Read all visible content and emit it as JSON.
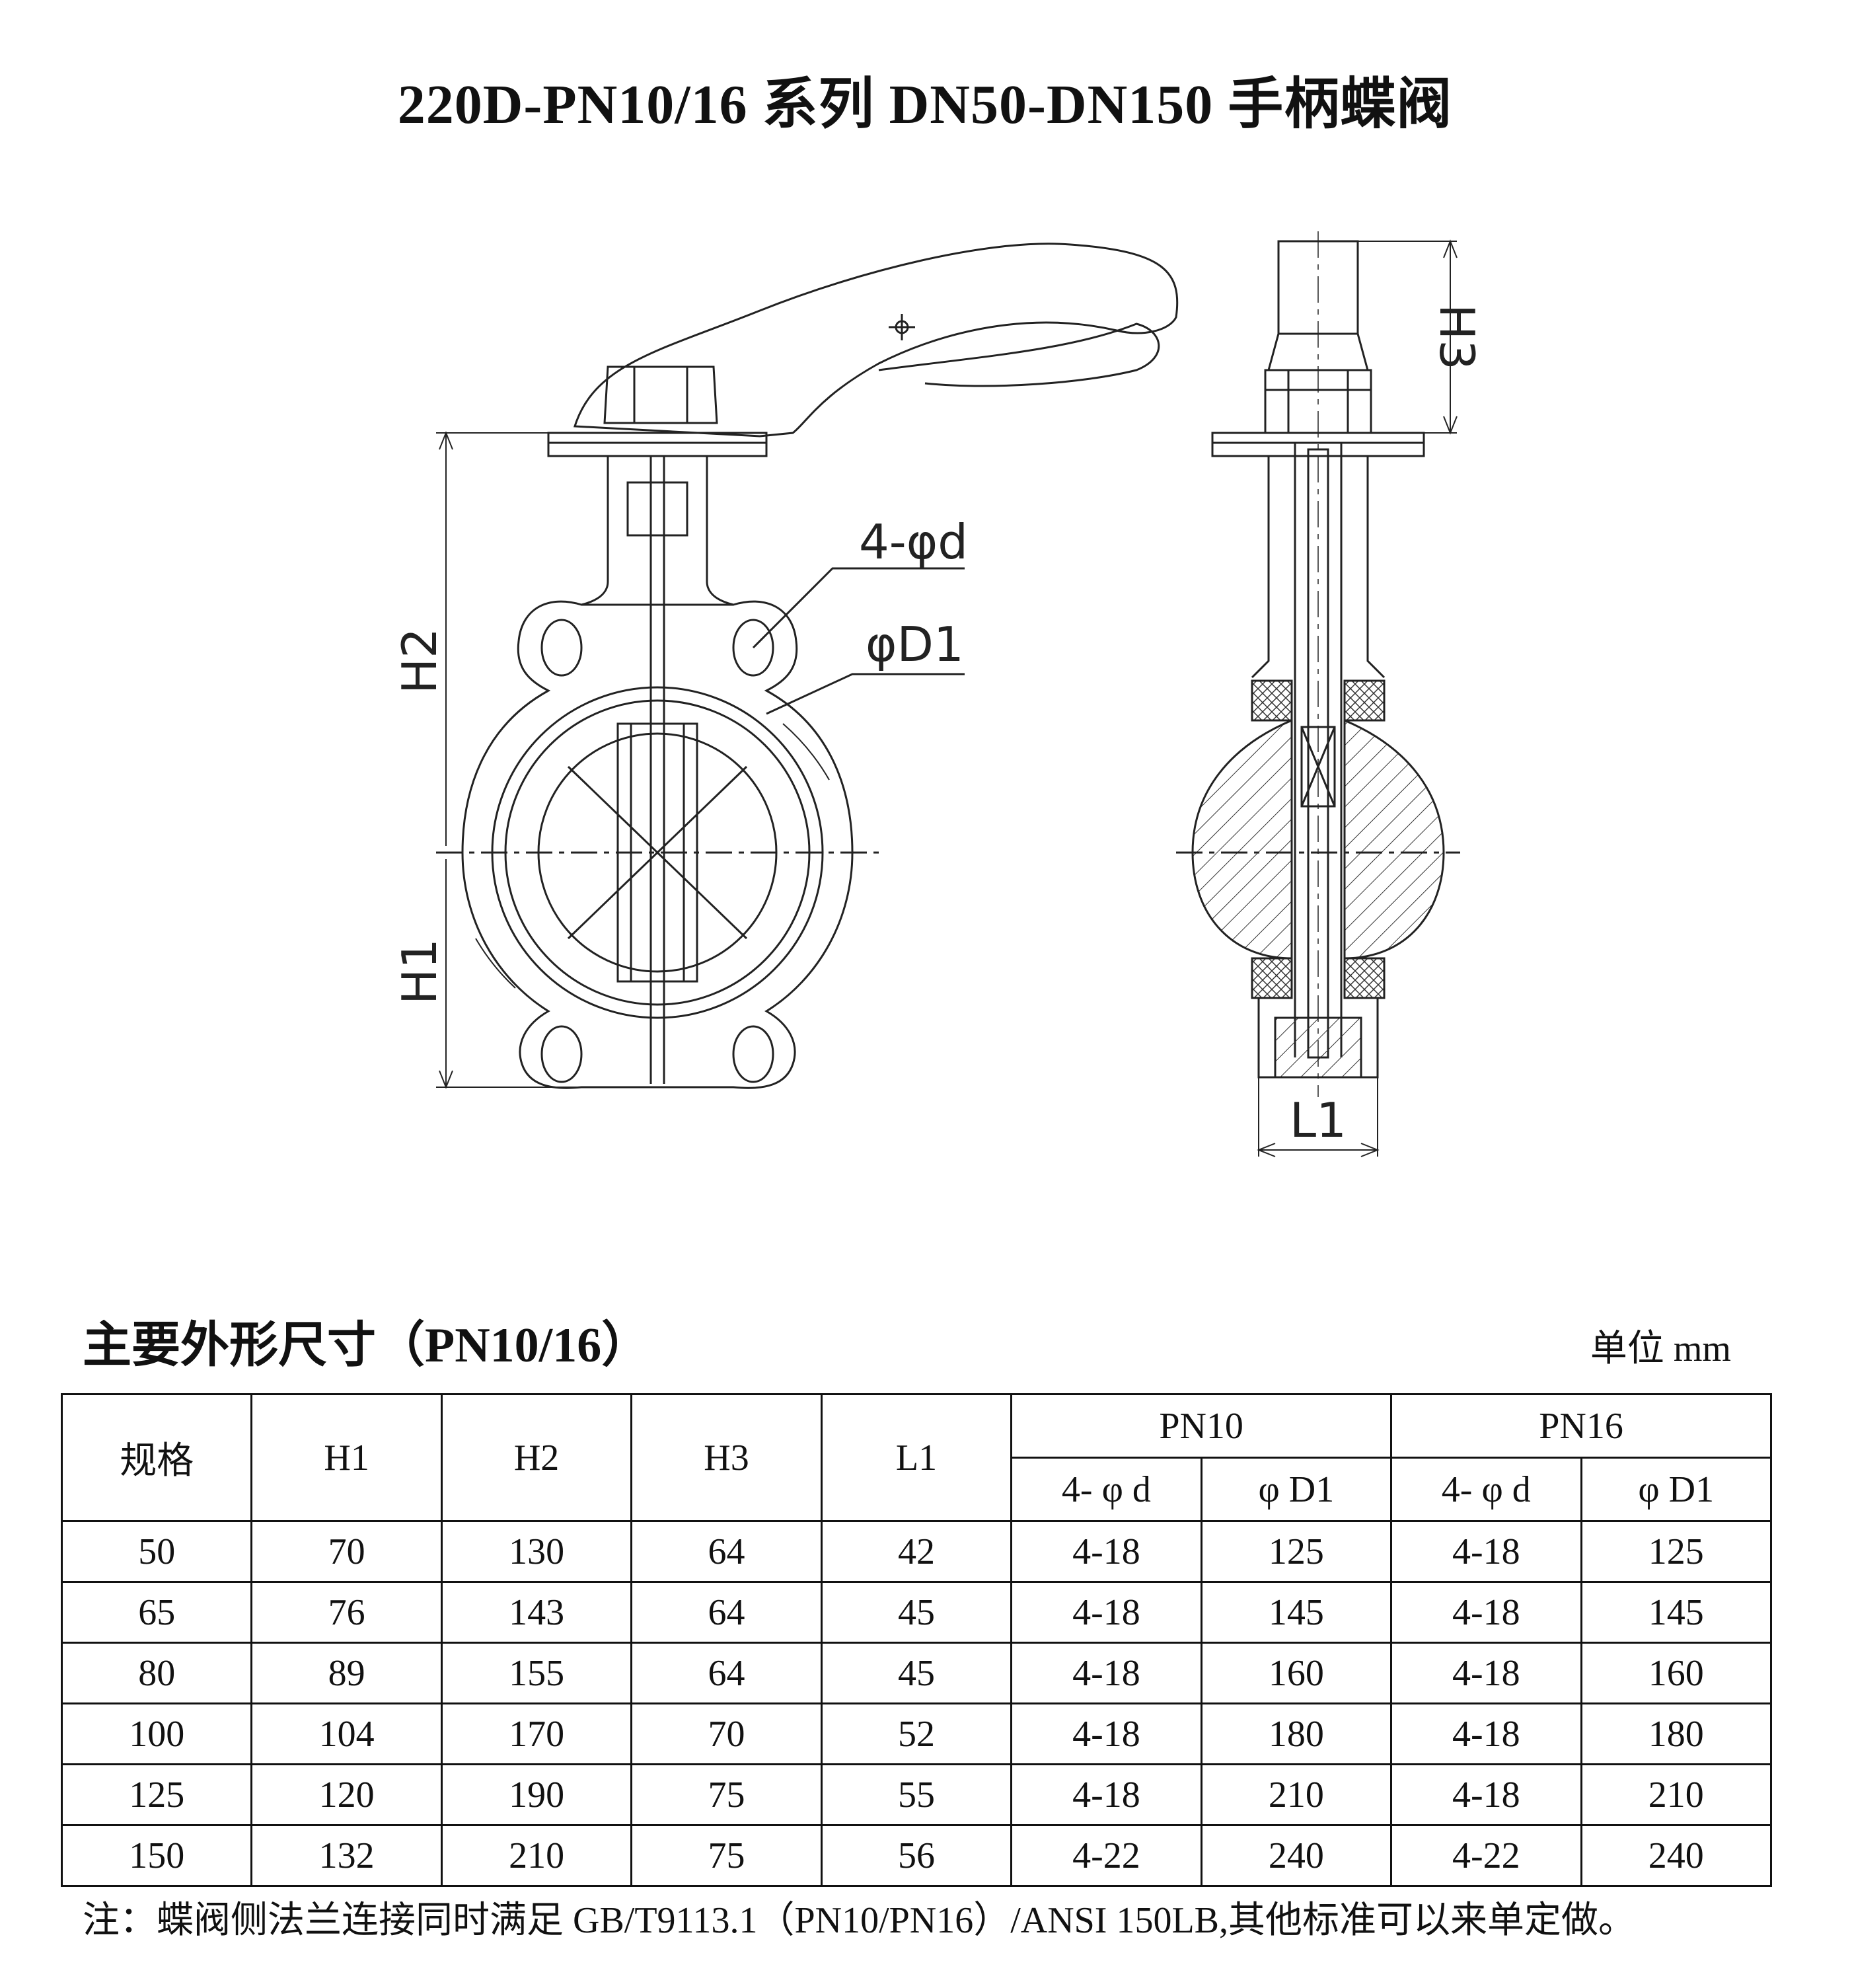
{
  "title": "220D-PN10/16 系列 DN50-DN150 手柄蝶阀",
  "drawing": {
    "labels": {
      "h1": "H1",
      "h2": "H2",
      "h3": "H3",
      "l1": "L1",
      "holes": "4-φd",
      "pcd": "φD1"
    }
  },
  "table_section": {
    "title": "主要外形尺寸（PN10/16）",
    "unit": "单位 mm",
    "headers": {
      "spec": "规格",
      "h1": "H1",
      "h2": "H2",
      "h3": "H3",
      "l1": "L1",
      "pn10": "PN10",
      "pn16": "PN16",
      "holes": "4- φ d",
      "pcd": "φ D1"
    },
    "rows": [
      {
        "spec": "50",
        "h1": "70",
        "h2": "130",
        "h3": "64",
        "l1": "42",
        "pn10_holes": "4-18",
        "pn10_d1": "125",
        "pn16_holes": "4-18",
        "pn16_d1": "125"
      },
      {
        "spec": "65",
        "h1": "76",
        "h2": "143",
        "h3": "64",
        "l1": "45",
        "pn10_holes": "4-18",
        "pn10_d1": "145",
        "pn16_holes": "4-18",
        "pn16_d1": "145"
      },
      {
        "spec": "80",
        "h1": "89",
        "h2": "155",
        "h3": "64",
        "l1": "45",
        "pn10_holes": "4-18",
        "pn10_d1": "160",
        "pn16_holes": "4-18",
        "pn16_d1": "160"
      },
      {
        "spec": "100",
        "h1": "104",
        "h2": "170",
        "h3": "70",
        "l1": "52",
        "pn10_holes": "4-18",
        "pn10_d1": "180",
        "pn16_holes": "4-18",
        "pn16_d1": "180"
      },
      {
        "spec": "125",
        "h1": "120",
        "h2": "190",
        "h3": "75",
        "l1": "55",
        "pn10_holes": "4-18",
        "pn10_d1": "210",
        "pn16_holes": "4-18",
        "pn16_d1": "210"
      },
      {
        "spec": "150",
        "h1": "132",
        "h2": "210",
        "h3": "75",
        "l1": "56",
        "pn10_holes": "4-22",
        "pn10_d1": "240",
        "pn16_holes": "4-22",
        "pn16_d1": "240"
      }
    ]
  },
  "note": "注：蝶阀侧法兰连接同时满足 GB/T9113.1（PN10/PN16）/ANSI 150LB,其他标准可以来单定做。"
}
